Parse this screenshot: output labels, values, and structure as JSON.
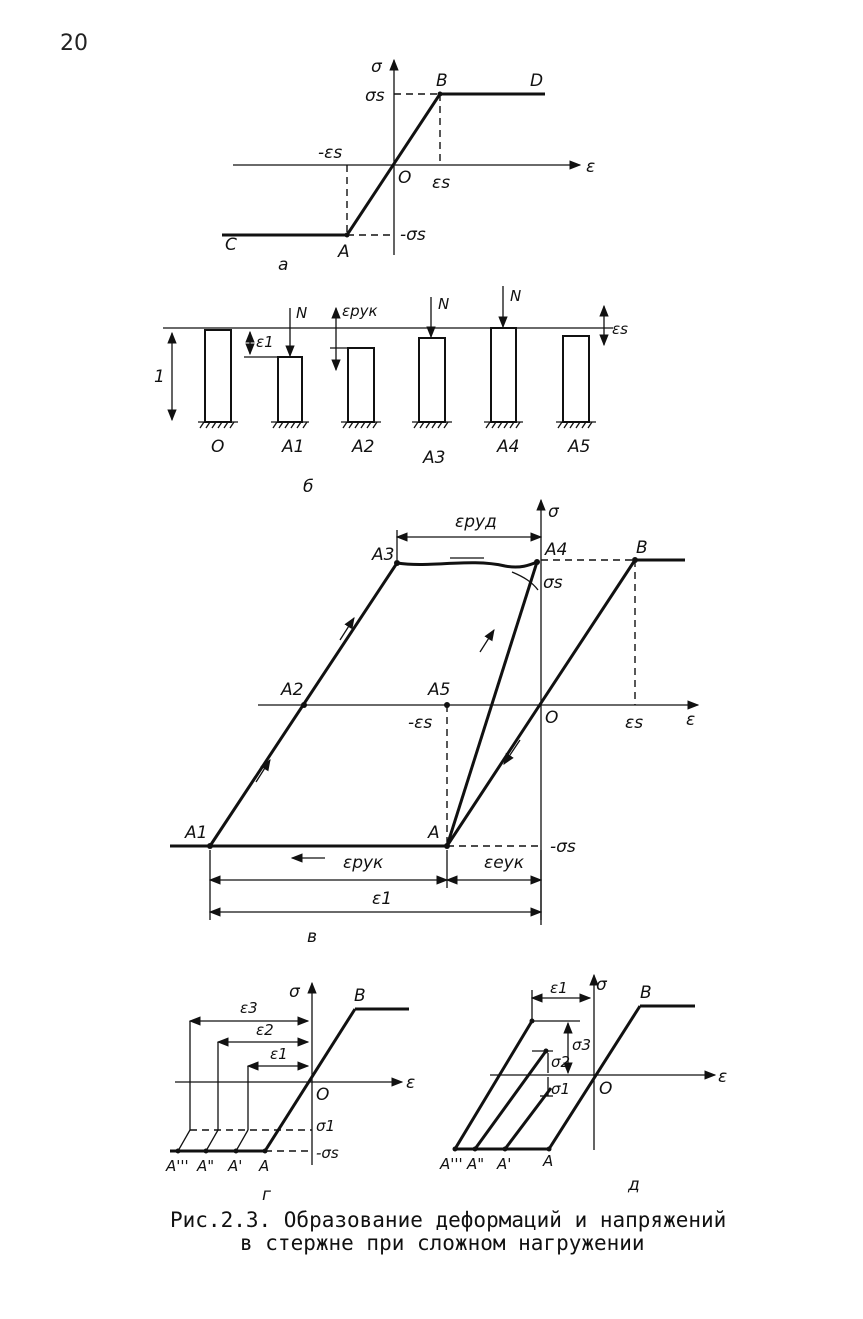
{
  "page_number": "20",
  "caption": {
    "line1": "Рис.2.3. Образование деформаций и напряжений",
    "line2": "в стержне при сложном нагружении"
  },
  "panel_a": {
    "tag": "а",
    "labels": {
      "sigma": "σ",
      "sigma_s": "σs",
      "minus_sigma_s": "-σs",
      "eps": "ε",
      "eps_s": "εs",
      "minus_eps_s": "-εs",
      "O": "O",
      "A": "A",
      "B": "B",
      "C": "C",
      "D": "D"
    }
  },
  "panel_b": {
    "tag": "б",
    "unit": "1",
    "eps1": "ε1",
    "eps_yk_p": "εpук",
    "eps_s": "εs",
    "force": "N",
    "bars": [
      "O",
      "A1",
      "A2",
      "A3",
      "A4",
      "A5"
    ]
  },
  "panel_v": {
    "tag": "в",
    "labels": {
      "sigma": "σ",
      "sigma_s": "σs",
      "minus_sigma_s": "-σs",
      "eps": "ε",
      "eps_s": "εs",
      "minus_eps_s": "-εs",
      "O": "O",
      "A": "A",
      "A1": "A1",
      "A2": "A2",
      "A3": "A3",
      "A4": "A4",
      "A5": "A5",
      "B": "B",
      "eps_yd_p": "εpуд",
      "eps_yk_p": "εpук",
      "eps_yk_e": "εeук",
      "eps1": "ε1"
    }
  },
  "panel_g": {
    "tag": "г",
    "labels": {
      "sigma": "σ",
      "sigma1": "σ1",
      "minus_sigma_s": "-σs",
      "eps": "ε",
      "O": "O",
      "B": "B",
      "eps1": "ε1",
      "eps2": "ε2",
      "eps3": "ε3",
      "A": "A",
      "A1p": "A'",
      "A2p": "A\"",
      "A3p": "A'''"
    }
  },
  "panel_d": {
    "tag": "д",
    "labels": {
      "sigma": "σ",
      "eps": "ε",
      "O": "O",
      "B": "B",
      "eps1": "ε1",
      "sigma1": "σ1",
      "sigma2": "σ2",
      "sigma3": "σ3",
      "A": "A",
      "A1p": "A'",
      "A2p": "A\"",
      "A3p": "A'''"
    }
  }
}
